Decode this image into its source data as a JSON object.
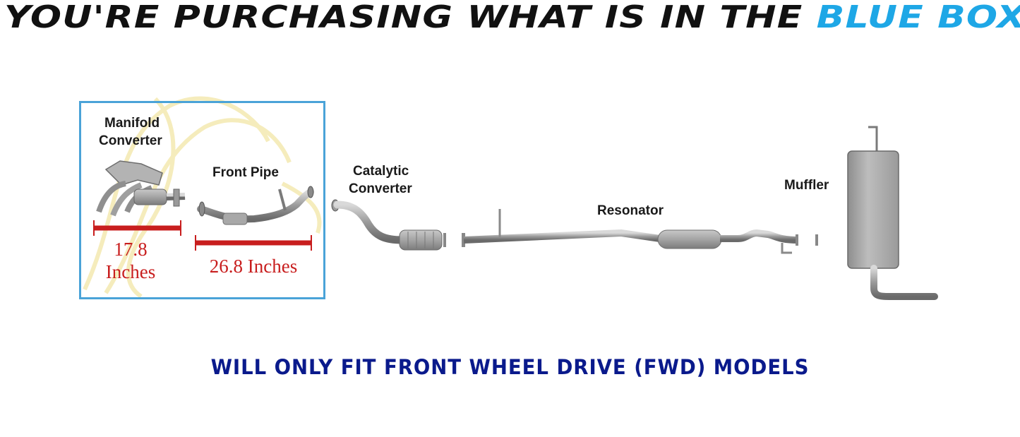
{
  "headline": {
    "text_dark": "YOU'RE PURCHASING WHAT IS IN THE",
    "text_accent": "BLUE BOX",
    "accent_color": "#1ea7e6"
  },
  "parts": {
    "manifold_converter": [
      "Manifold",
      "Converter"
    ],
    "front_pipe": "Front Pipe",
    "catalytic_converter": [
      "Catalytic",
      "Converter"
    ],
    "resonator": "Resonator",
    "muffler": "Muffler"
  },
  "measurements": {
    "manifold_length": [
      "17.8",
      "Inches"
    ],
    "front_pipe_length": "26.8 Inches"
  },
  "colors": {
    "box_border": "#4aa3d8",
    "measure_red": "#c81e1e",
    "footer_navy": "#0a1a8c"
  },
  "footer": "WILL ONLY FIT FRONT WHEEL DRIVE (FWD) MODELS"
}
